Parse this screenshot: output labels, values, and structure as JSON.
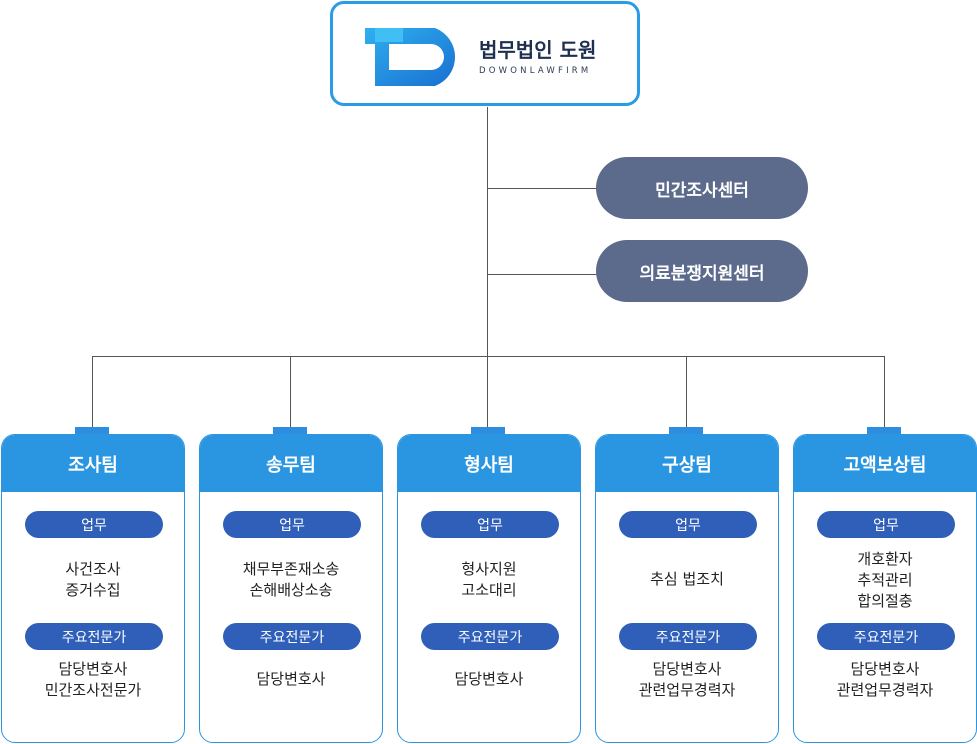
{
  "logo": {
    "name": "법무법인",
    "name_accent": "도원",
    "subtitle": "DOWONLAWFIRM"
  },
  "centers": [
    {
      "label": "민간조사센터"
    },
    {
      "label": "의료분쟁지원센터"
    }
  ],
  "teams": [
    {
      "name": "조사팀",
      "duty_label": "업무",
      "duties": [
        "사건조사",
        "증거수집"
      ],
      "expert_label": "주요전문가",
      "experts": [
        "담당변호사",
        "민간조사전문가"
      ]
    },
    {
      "name": "송무팀",
      "duty_label": "업무",
      "duties": [
        "채무부존재소송",
        "손해배상소송"
      ],
      "expert_label": "주요전문가",
      "experts": [
        "담당변호사"
      ]
    },
    {
      "name": "형사팀",
      "duty_label": "업무",
      "duties": [
        "형사지원",
        "고소대리"
      ],
      "expert_label": "주요전문가",
      "experts": [
        "담당변호사"
      ]
    },
    {
      "name": "구상팀",
      "duty_label": "업무",
      "duties": [
        "추심 법조치"
      ],
      "expert_label": "주요전문가",
      "experts": [
        "담당변호사",
        "관련업무경력자"
      ]
    },
    {
      "name": "고액보상팀",
      "duty_label": "업무",
      "duties": [
        "개호환자",
        "추적관리",
        "합의절충"
      ],
      "expert_label": "주요전문가",
      "experts": [
        "담당변호사",
        "관련업무경력자"
      ]
    }
  ]
}
